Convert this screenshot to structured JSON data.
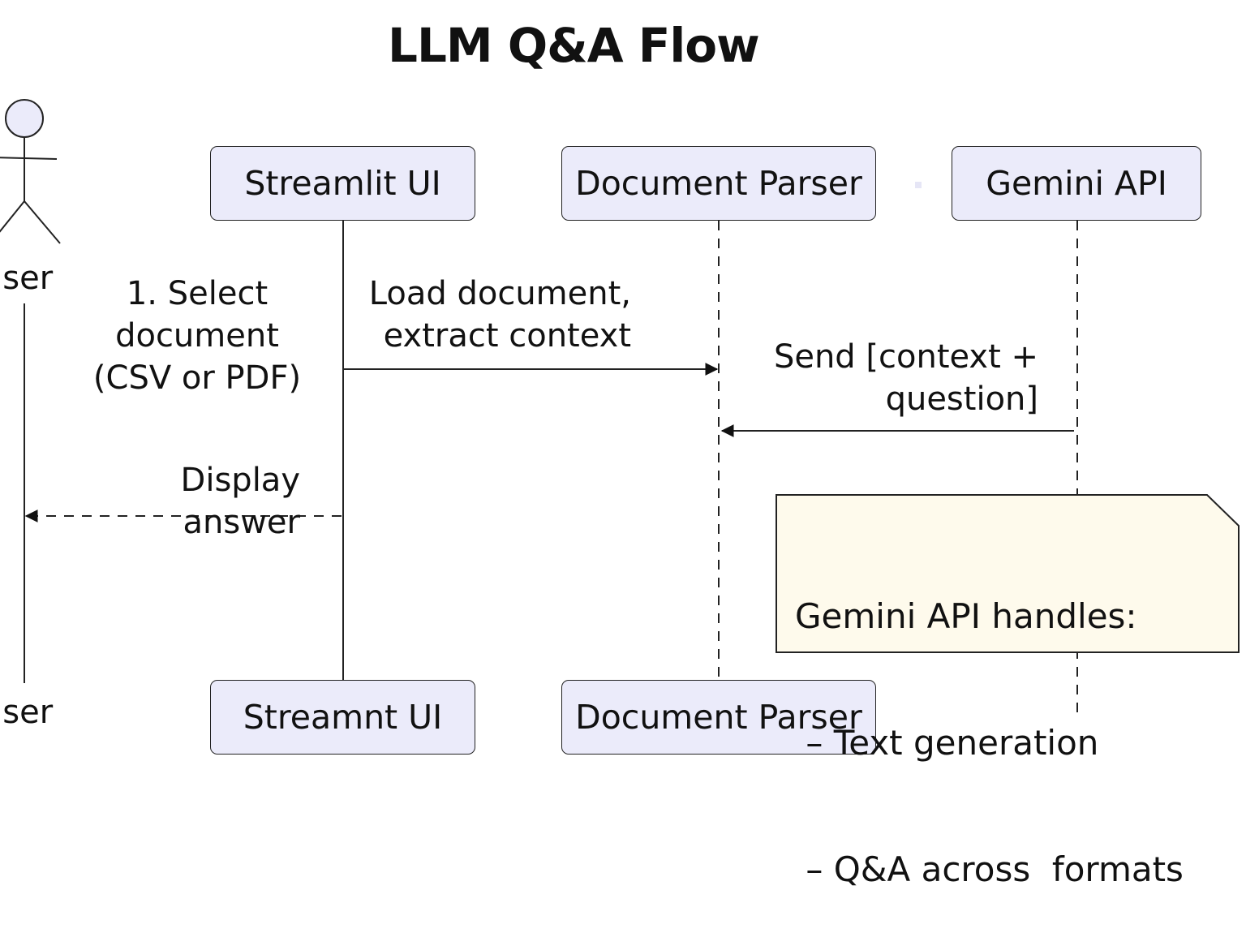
{
  "title": "LLM Q&A Flow",
  "actor": {
    "top_label": "User",
    "bottom_label": "User"
  },
  "participants": {
    "streamlit_top": "Streamlit UI",
    "parser_top": "Document Parser",
    "gemini_top": "Gemini API",
    "streamlit_bottom": "Streamnt UI",
    "parser_bottom": "Document Parser"
  },
  "messages": {
    "select_doc": [
      "1. Select",
      "document",
      "(CSV or PDF)"
    ],
    "load_doc": [
      "Load document,",
      "extract context"
    ],
    "send_context": [
      "Send [context +",
      "question]"
    ],
    "display_answer": [
      "Display",
      "answer"
    ]
  },
  "note": {
    "lines": [
      "Gemini API handles:",
      " – Text generation",
      " – Q&A across  formats"
    ]
  },
  "colors": {
    "participant_fill": "#ebebfa",
    "note_fill": "#fefaec",
    "line": "#222222"
  }
}
